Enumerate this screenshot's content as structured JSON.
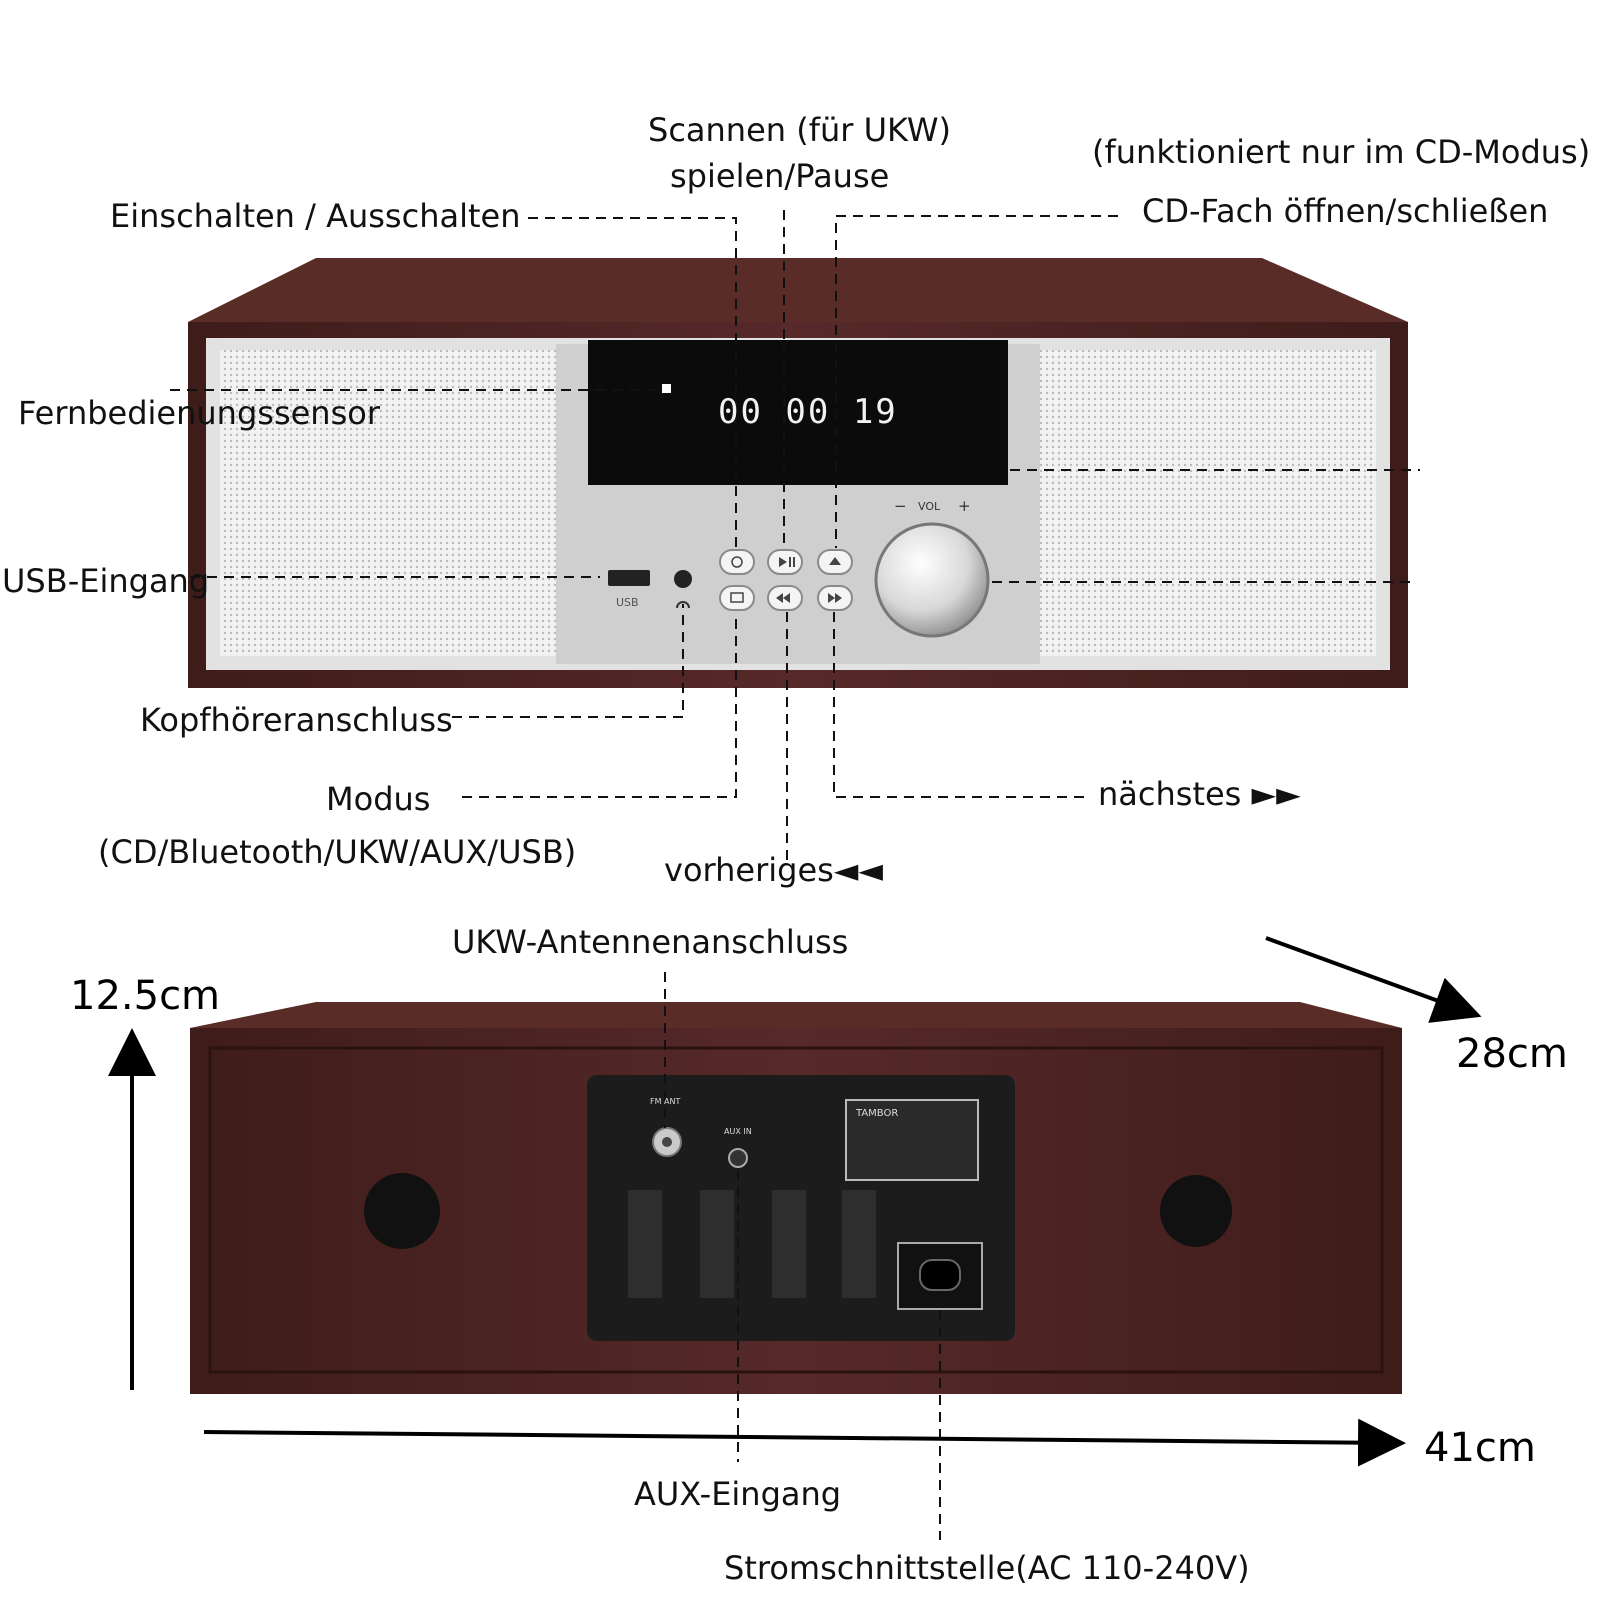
{
  "front_panel": {
    "display_time": "00 00 19",
    "usb_port_label": "USB",
    "volume_label": "VOL",
    "vol_minus": "−",
    "vol_plus": "+"
  },
  "back_panel": {
    "fm_jack_label": "FM ANT",
    "aux_jack_label": "AUX IN",
    "rating_label_brand": "TAMBOR"
  },
  "labels": {
    "scan_fm": "Scannen (für UKW)",
    "play_pause": "spielen/Pause",
    "cd_only_note": "(funktioniert nur im CD-Modus)",
    "power": "Einschalten / Ausschalten",
    "cd_tray": "CD-Fach öffnen/schließen",
    "remote_sensor": "Fernbedienungssensor",
    "usb_input": "USB-Eingang",
    "headphone_jack": "Kopfhöreranschluss",
    "mode": "Modus",
    "mode_options": "(CD/Bluetooth/UKW/AUX/USB)",
    "previous": "vorheriges◄◄",
    "next": "nächstes ►►",
    "fm_antenna": "UKW-Antennenanschluss",
    "aux_input": "AUX-Eingang",
    "power_socket": "Stromschnittstelle(AC 110-240V)"
  },
  "dimensions": {
    "height": "12.5cm",
    "depth": "28cm",
    "width": "41cm"
  },
  "colors": {
    "wood": "#4a2420",
    "wood_dark": "#351714",
    "wood_top": "#5a2c27",
    "grille": "#e9e9e9",
    "display_bg": "#0b0b0b",
    "display_digits": "#f2f2f2",
    "back_plate": "#1c1c1c"
  }
}
